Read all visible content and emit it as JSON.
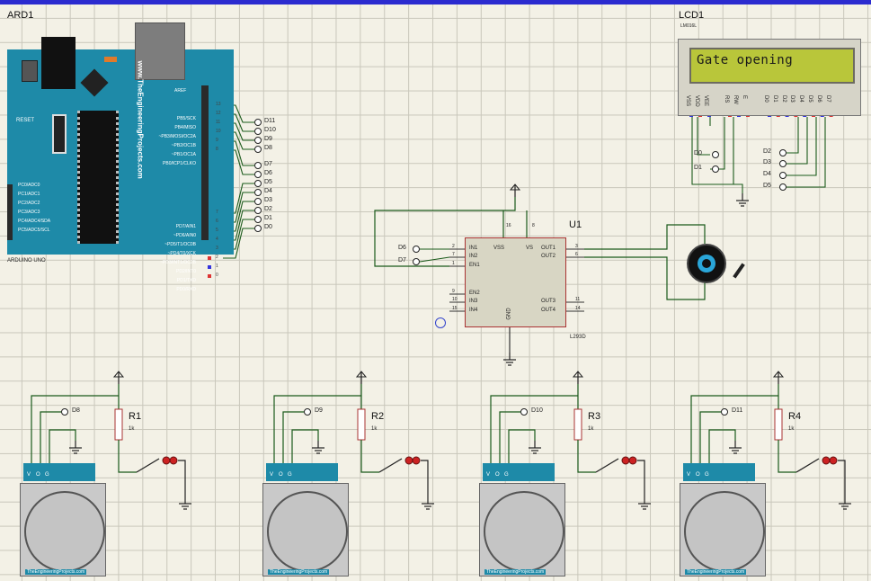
{
  "arduino": {
    "ref": "ARD1",
    "model": "ARDUINO UNO",
    "brand": "www.TheEngineeringProjects.com",
    "reset": "RESET",
    "aref": "AREF",
    "digital_pins": [
      "PB5/SCK",
      "PB4/MISO",
      "~PB3/MOSI/OC2A",
      "~PB2/OC1B",
      "~PB1/OC1A",
      "PB0/ICP1/CLKO",
      "PD7/AIN1",
      "~PD6/AIN0",
      "~PD5/T1/OC0B",
      "~PD4/T0/XCK",
      "~PD3/INT1/OC2B",
      "PD2/INT0",
      "PD1/TXD",
      "PD0/RXD"
    ],
    "pin_numbers": [
      "13",
      "12",
      "11",
      "10",
      "9",
      "8",
      "7",
      "6",
      "5",
      "4",
      "3",
      "2",
      "1",
      "0"
    ],
    "analog_pins": [
      "PC0/ADC0",
      "PC1/ADC1",
      "PC2/ADC2",
      "PC3/ADC3",
      "PC4/ADC4/SDA",
      "PC5/ADC5/SCL"
    ],
    "terminals": [
      "D11",
      "D10",
      "D9",
      "D8",
      "D7",
      "D6",
      "D5",
      "D4",
      "D3",
      "D2",
      "D1",
      "D0"
    ]
  },
  "lcd": {
    "ref": "LCD1",
    "model": "LM016L",
    "text": "Gate opening",
    "pins": [
      "VSS",
      "VDD",
      "VEE",
      "RS",
      "RW",
      "E",
      "D0",
      "D1",
      "D2",
      "D3",
      "D4",
      "D5",
      "D6",
      "D7"
    ],
    "terminals": [
      "D0",
      "D1",
      "D2",
      "D3",
      "D4",
      "D5"
    ]
  },
  "driver": {
    "ref": "U1",
    "model": "L293D",
    "pins_left": [
      "IN1",
      "IN2",
      "EN1",
      "EN2",
      "IN3",
      "IN4"
    ],
    "pins_right": [
      "OUT1",
      "OUT2",
      "OUT3",
      "OUT4"
    ],
    "pin_top_left": "VSS",
    "pin_top_right": "VS",
    "pin_bottom": "GND",
    "top_numbers": [
      "16",
      "8"
    ],
    "left_numbers": [
      "2",
      "7",
      "1",
      "9",
      "10",
      "15"
    ],
    "right_numbers": [
      "3",
      "6",
      "11",
      "14"
    ],
    "terminals": [
      "D6",
      "D7"
    ]
  },
  "sensors": [
    {
      "resistor": "R1",
      "value": "1k",
      "terminal": "D8"
    },
    {
      "resistor": "R2",
      "value": "1k",
      "terminal": "D9"
    },
    {
      "resistor": "R3",
      "value": "1k",
      "terminal": "D10"
    },
    {
      "resistor": "R4",
      "value": "1k",
      "terminal": "D11"
    }
  ],
  "sensor_pin_labels": [
    "V",
    "O",
    "G"
  ],
  "sensor_brand": "TheEngineeringProjects.com",
  "colors": {
    "arduino_board": "#1e8aa8",
    "lcd_screen": "#b9c63a",
    "chip": "#d8d6c4",
    "wire": "#1a5a1a",
    "background": "#f3f1e6"
  }
}
